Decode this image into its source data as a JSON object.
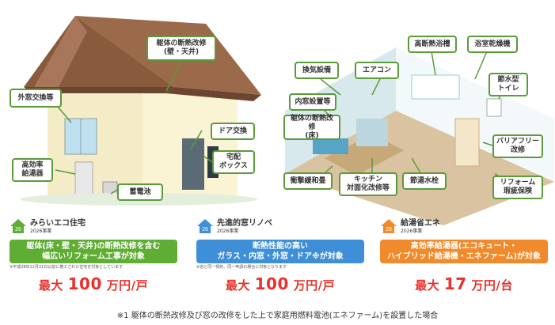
{
  "house_labels": {
    "outer_window": "外窓交換等",
    "body_insulation": "躯体の断熱改修\n(壁・天井)",
    "door": "ドア交換",
    "delivery_box": "宅配\nボックス",
    "water_heater": "高効率\n給湯器",
    "battery": "蓄電池"
  },
  "room_labels": {
    "ventilation": "換気設備",
    "aircon": "エアコン",
    "bath": "高断熱浴槽",
    "bath_dryer": "浴室乾燥機",
    "inner_window": "内窓設置等",
    "toilet": "節水型\nトイレ",
    "floor_insulation": "躯体の断熱改修\n(床)",
    "barrier_free": "バリアフリー\n改修",
    "shock": "衝撃緩和畳",
    "kitchen": "キッチン\n対面化改修等",
    "faucet": "節湯水栓",
    "reform": "リフォーム\n瑕疵保険"
  },
  "cards": [
    {
      "logo_badge": "26",
      "title": "みらいエコ住宅",
      "subtitle": "2026事業",
      "box_text": "躯体(床・壁・天井)の断熱改修を含む\n幅広いリフォーム工事が対象",
      "note": "※平成28年12月31日以前に着工された住宅を対象としています",
      "amount_prefix": "最大",
      "amount_value": "100",
      "amount_suffix": "万円/戸",
      "color": "#5fae33"
    },
    {
      "logo_badge": "26",
      "title": "先進的窓リノベ",
      "subtitle": "2026事業",
      "box_text": "断熱性能の高い\nガラス・内窓・外窓・ドア※が対象",
      "note": "※窓と同一契約、同一申請の場合に対象となります",
      "amount_prefix": "最大",
      "amount_value": "100",
      "amount_suffix": "万円/戸",
      "color": "#3e8fd8"
    },
    {
      "logo_badge": "26",
      "title": "給湯省エネ",
      "subtitle": "2026事業",
      "box_text": "高効率給湯器(エコキュート・\nハイブリッド給湯機・エネファーム)が対象",
      "note": "",
      "amount_prefix": "最大",
      "amount_value": "17",
      "amount_suffix": "万円/台",
      "color": "#f08a2a"
    }
  ],
  "footnote": "※1 躯体の断熱改修及び窓の改修をした上で家庭用燃料電池(エネファーム)を設置した場合",
  "colors": {
    "accent_red": "#e8312a",
    "label_border": "#5a9b3a"
  }
}
